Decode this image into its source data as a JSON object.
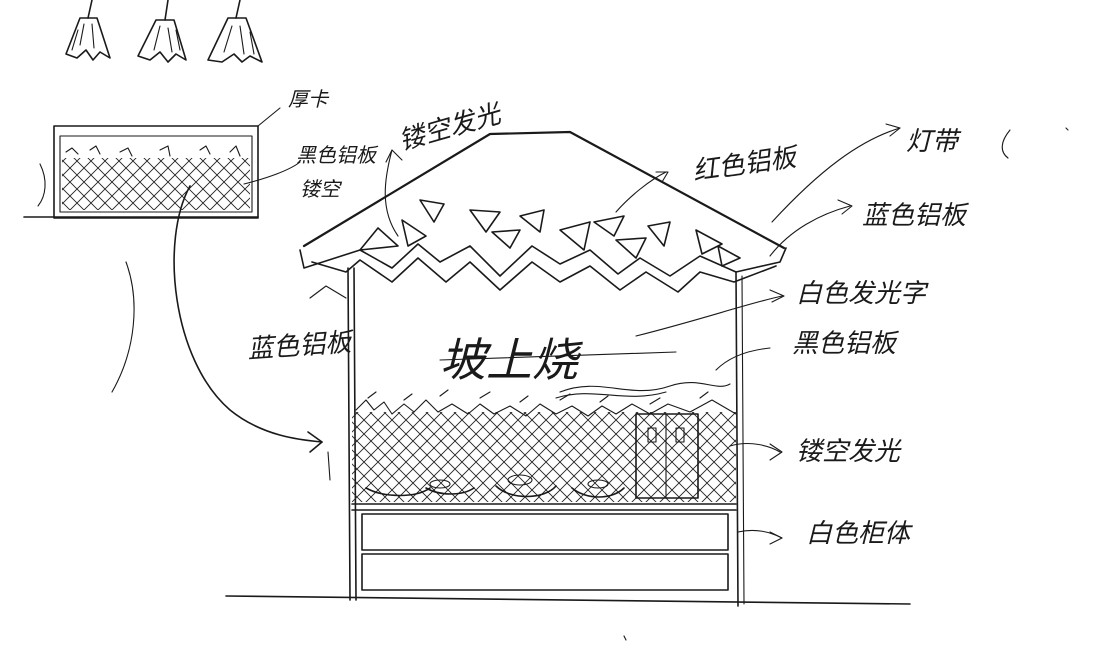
{
  "sign_text": "坡上烧",
  "annotations": {
    "hollow_carving_top": "镂空发光",
    "red_aluminum_panel": "红色铝板",
    "light_strip": "灯带",
    "blue_aluminum_panel_right": "蓝色铝板",
    "white_luminous_letters": "白色发光字",
    "black_aluminum_panel": "黑色铝板",
    "hollow_carving_lit": "镂空发光",
    "white_cabinet": "白色柜体",
    "blue_aluminum_panel_left": "蓝色铝板",
    "small_header": "厚卡",
    "small_black_panel": "黑色铝板",
    "small_hollow": "镂空"
  },
  "pendant_lamps": 3,
  "roof_triangles": 12,
  "colors": {
    "ink": "#1a1a1a",
    "paper": "#ffffff"
  }
}
